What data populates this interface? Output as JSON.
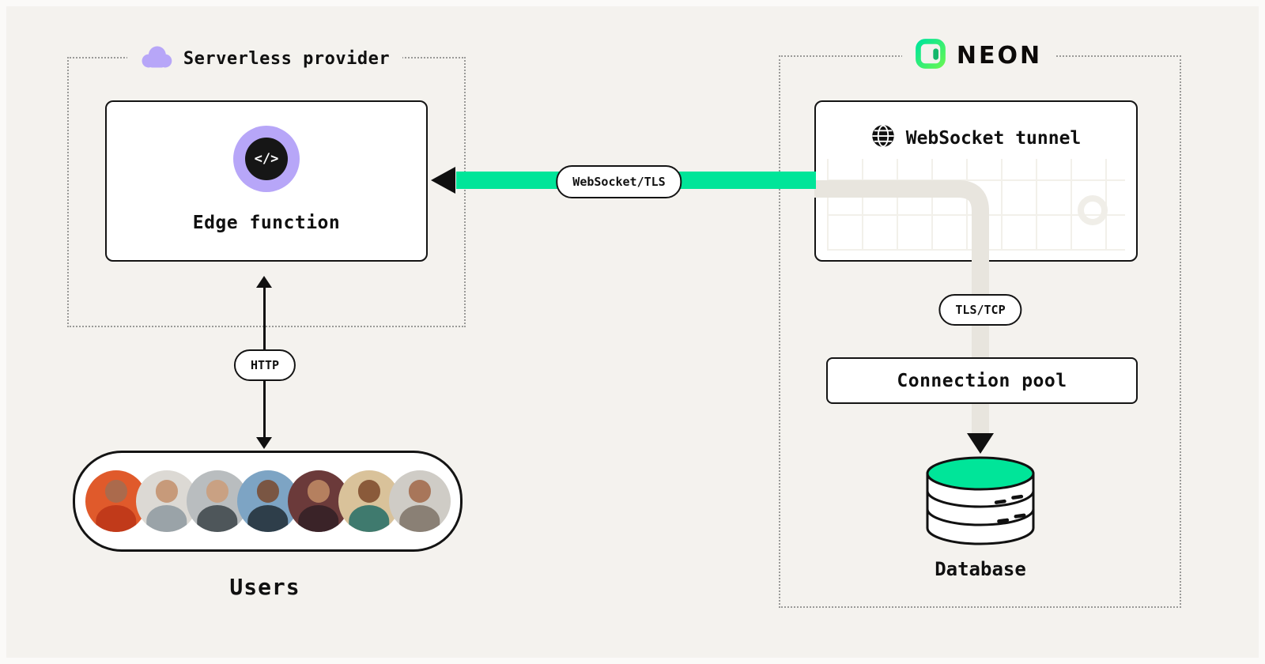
{
  "colors": {
    "background": "#f4f2ee",
    "neon_green": "#00e599",
    "purple": "#b7a6f8",
    "ink": "#101010"
  },
  "serverless": {
    "title": "Serverless provider",
    "edge_function_label": "Edge function",
    "code_icon_glyph": "</>"
  },
  "neon": {
    "brand": "NEON",
    "websocket_tunnel_label": "WebSocket tunnel",
    "connection_pool_label": "Connection pool",
    "database_label": "Database"
  },
  "connections": {
    "websocket_tls_label": "WebSocket/TLS",
    "tls_tcp_label": "TLS/TCP",
    "http_label": "HTTP"
  },
  "users": {
    "label": "Users",
    "avatar_count": 7
  }
}
